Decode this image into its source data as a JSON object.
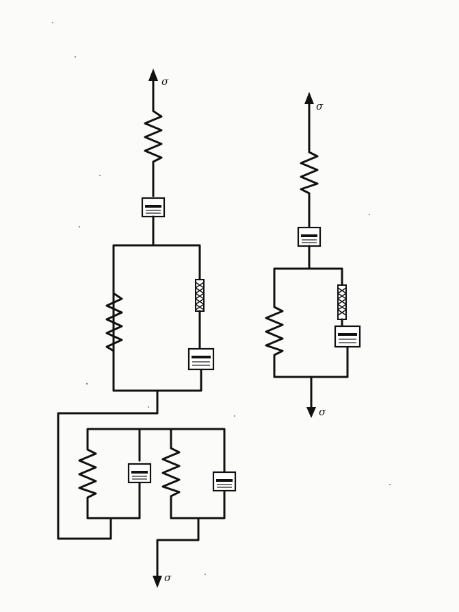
{
  "diagrams": [
    {
      "label_top": "σ",
      "label_bottom": "σ"
    },
    {
      "label_top": "σ",
      "label_bottom": "σ"
    }
  ],
  "colors": {
    "ink": "#111111",
    "paper": "#fbfbfa"
  }
}
